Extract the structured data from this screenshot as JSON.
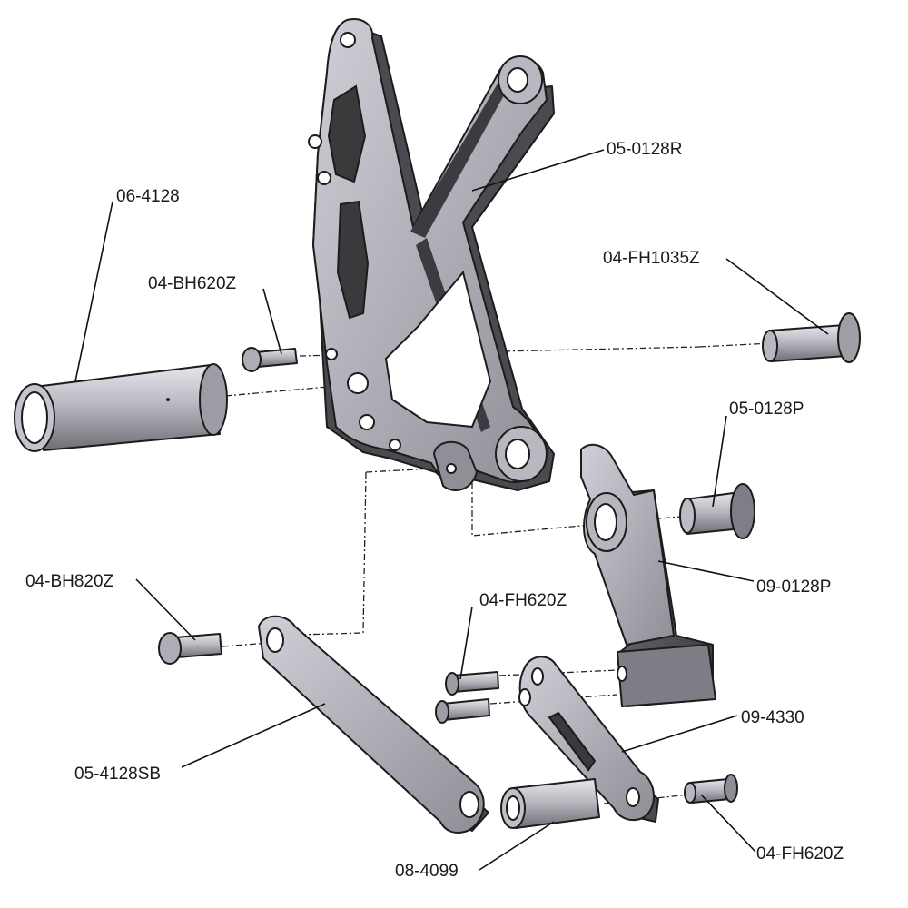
{
  "diagram": {
    "labels": {
      "rearset_plate": "05-0128R",
      "footpeg": "06-4128",
      "peg_bolt": "04-BH620Z",
      "plate_bolt": "04-FH1035Z",
      "pivot": "05-0128P",
      "brake_lever": "09-0128P",
      "linkage_bolt": "04-BH820Z",
      "small_bolt_upper": "04-FH620Z",
      "linkage_rod": "05-4128SB",
      "clevis": "09-4330",
      "spacer": "08-4099",
      "small_bolt_lower": "04-FH620Z"
    },
    "colors": {
      "metal_light": "#c9cad1",
      "metal_mid": "#a3a4ab",
      "metal_dark": "#55565c",
      "metal_shadow": "#3b3c41",
      "line": "#111111"
    }
  }
}
